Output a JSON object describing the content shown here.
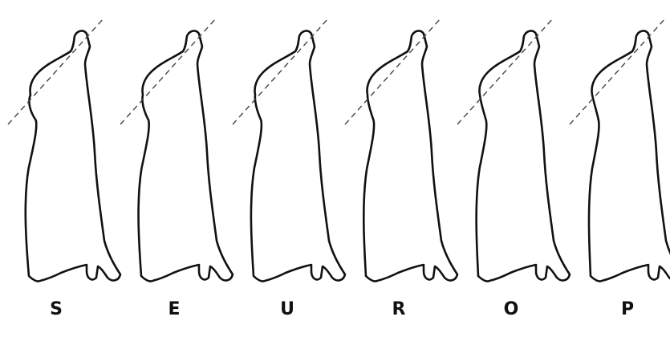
{
  "diagram": {
    "grades": [
      {
        "label": "S"
      },
      {
        "label": "E"
      },
      {
        "label": "U"
      },
      {
        "label": "R"
      },
      {
        "label": "O"
      },
      {
        "label": "P"
      }
    ],
    "colors": {
      "outline": "#111111",
      "cut_line": "#444444",
      "background": "#ffffff"
    }
  }
}
